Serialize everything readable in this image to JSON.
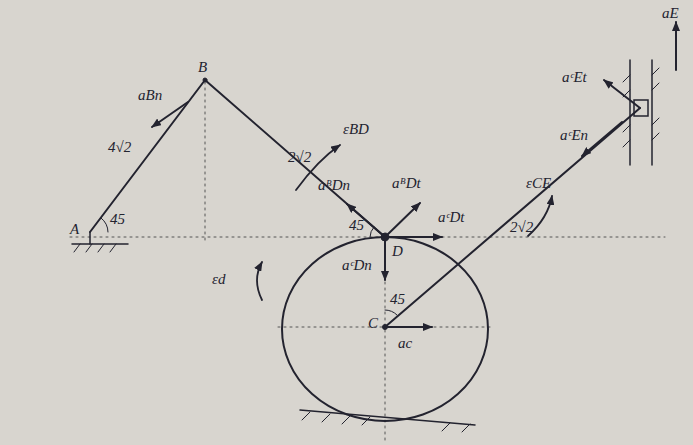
{
  "diagram": {
    "labels": [
      "A",
      "B",
      "45",
      "4√2",
      "aBn",
      "εBD",
      "2√2",
      "aᴮDn",
      "aᴮDt",
      "aᶜDt",
      "45",
      "D",
      "aᶜDn",
      "εd",
      "C",
      "45",
      "ac",
      "2√2",
      "εCE",
      "aᶜEn",
      "aᶜEt",
      "aE"
    ]
  }
}
